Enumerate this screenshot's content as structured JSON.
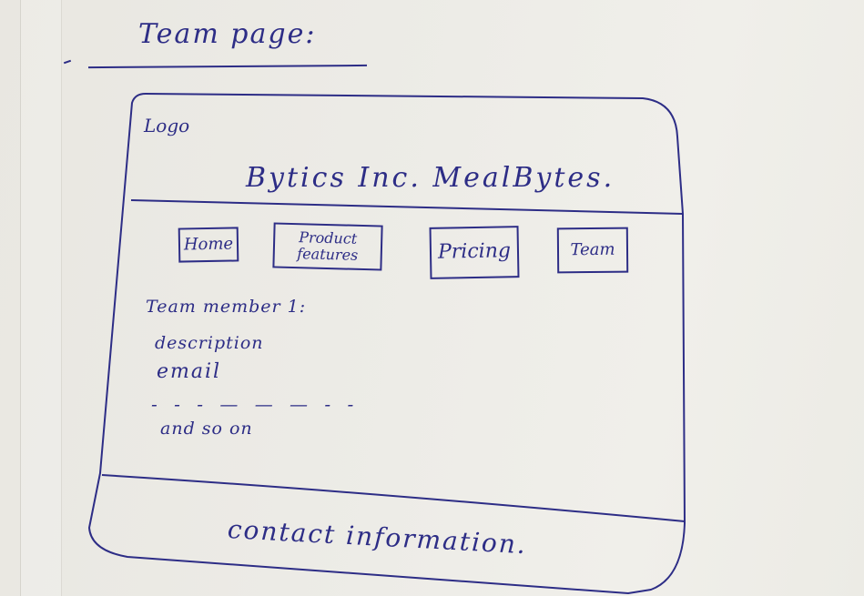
{
  "sketch": {
    "title": "Team page:",
    "logo": "Logo",
    "brand": "Bytics Inc. MealBytes.",
    "nav": [
      {
        "label": "Home"
      },
      {
        "label": "Product features"
      },
      {
        "label": "Pricing"
      },
      {
        "label": "Team"
      }
    ],
    "content": {
      "member_heading": "Team member 1:",
      "description": "description",
      "email": "email",
      "separator": "- - - — — — - -",
      "more": "and so on"
    },
    "footer": "contact information."
  },
  "colors": {
    "ink": "#2d2d86",
    "paper": "#ecebe6"
  }
}
